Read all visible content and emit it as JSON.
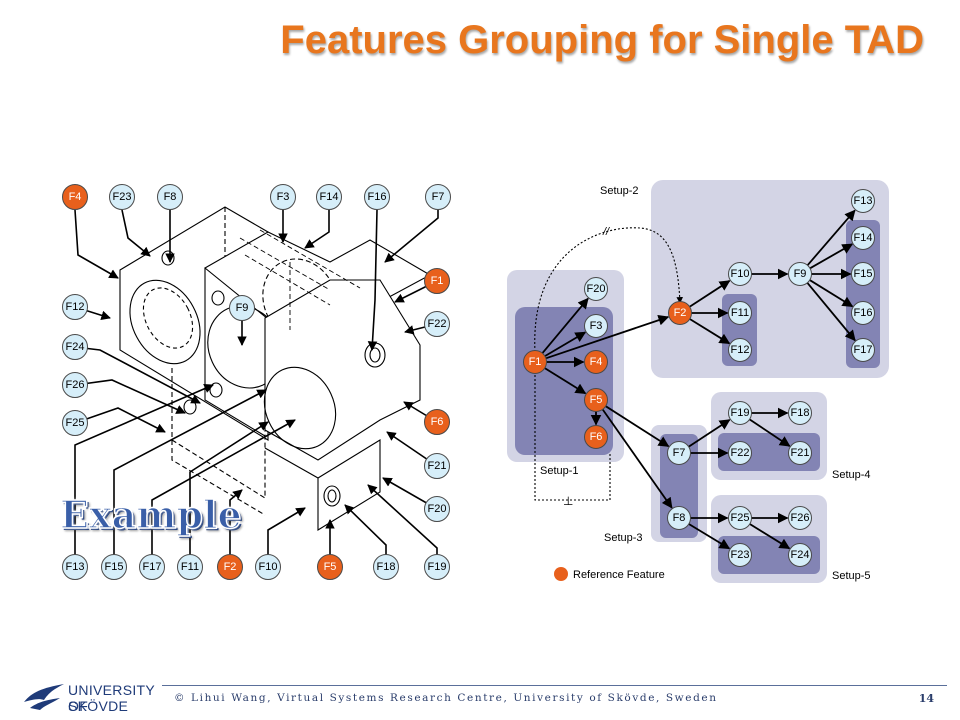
{
  "title": "Features Grouping for Single TAD",
  "example_label": "Example",
  "colors": {
    "reference": "#E8601C",
    "feature": "#D6EEF9",
    "setup_outer": "#D3D4E5",
    "setup_inner": "#8384B4",
    "title": "#E8761E"
  },
  "drawing": {
    "top_labels": [
      {
        "label": "F4",
        "ref": true
      },
      {
        "label": "F23",
        "ref": false
      },
      {
        "label": "F8",
        "ref": false
      },
      {
        "label": "F3",
        "ref": false
      },
      {
        "label": "F14",
        "ref": false
      },
      {
        "label": "F16",
        "ref": false
      },
      {
        "label": "F7",
        "ref": false
      }
    ],
    "left_labels": [
      {
        "label": "F12",
        "ref": false
      },
      {
        "label": "F24",
        "ref": false
      },
      {
        "label": "F26",
        "ref": false
      },
      {
        "label": "F25",
        "ref": false
      }
    ],
    "right_labels": [
      {
        "label": "F1",
        "ref": true
      },
      {
        "label": "F22",
        "ref": false
      },
      {
        "label": "F6",
        "ref": true
      },
      {
        "label": "F21",
        "ref": false
      },
      {
        "label": "F20",
        "ref": false
      }
    ],
    "center_label": {
      "label": "F9",
      "ref": false
    },
    "bottom_labels": [
      {
        "label": "F13",
        "ref": false
      },
      {
        "label": "F15",
        "ref": false
      },
      {
        "label": "F17",
        "ref": false
      },
      {
        "label": "F11",
        "ref": false
      },
      {
        "label": "F2",
        "ref": true
      },
      {
        "label": "F10",
        "ref": false
      },
      {
        "label": "F5",
        "ref": true
      },
      {
        "label": "F18",
        "ref": false
      },
      {
        "label": "F19",
        "ref": false
      }
    ]
  },
  "graph": {
    "setups": [
      "Setup-1",
      "Setup-2",
      "Setup-3",
      "Setup-4",
      "Setup-5"
    ],
    "nodes": [
      {
        "id": "F1",
        "ref": true
      },
      {
        "id": "F20",
        "ref": false
      },
      {
        "id": "F3",
        "ref": false
      },
      {
        "id": "F4",
        "ref": true
      },
      {
        "id": "F5",
        "ref": true
      },
      {
        "id": "F6",
        "ref": true
      },
      {
        "id": "F2",
        "ref": true
      },
      {
        "id": "F10",
        "ref": false
      },
      {
        "id": "F11",
        "ref": false
      },
      {
        "id": "F12",
        "ref": false
      },
      {
        "id": "F9",
        "ref": false
      },
      {
        "id": "F13",
        "ref": false
      },
      {
        "id": "F14",
        "ref": false
      },
      {
        "id": "F15",
        "ref": false
      },
      {
        "id": "F16",
        "ref": false
      },
      {
        "id": "F17",
        "ref": false
      },
      {
        "id": "F7",
        "ref": false
      },
      {
        "id": "F8",
        "ref": false
      },
      {
        "id": "F19",
        "ref": false
      },
      {
        "id": "F18",
        "ref": false
      },
      {
        "id": "F22",
        "ref": false
      },
      {
        "id": "F21",
        "ref": false
      },
      {
        "id": "F25",
        "ref": false
      },
      {
        "id": "F26",
        "ref": false
      },
      {
        "id": "F23",
        "ref": false
      },
      {
        "id": "F24",
        "ref": false
      }
    ],
    "edges": [
      [
        "F1",
        "F20"
      ],
      [
        "F1",
        "F3"
      ],
      [
        "F1",
        "F4"
      ],
      [
        "F1",
        "F5"
      ],
      [
        "F1",
        "F2"
      ],
      [
        "F5",
        "F6"
      ],
      [
        "F2",
        "F10"
      ],
      [
        "F2",
        "F11"
      ],
      [
        "F2",
        "F12"
      ],
      [
        "F10",
        "F9"
      ],
      [
        "F9",
        "F13"
      ],
      [
        "F9",
        "F14"
      ],
      [
        "F9",
        "F15"
      ],
      [
        "F9",
        "F16"
      ],
      [
        "F9",
        "F17"
      ],
      [
        "F5",
        "F7"
      ],
      [
        "F5",
        "F8"
      ],
      [
        "F7",
        "F19"
      ],
      [
        "F7",
        "F22"
      ],
      [
        "F19",
        "F18"
      ],
      [
        "F19",
        "F21"
      ],
      [
        "F8",
        "F25"
      ],
      [
        "F8",
        "F23"
      ],
      [
        "F25",
        "F26"
      ],
      [
        "F25",
        "F24"
      ]
    ],
    "parallel_symbol": "//",
    "perpendicular_symbol": "⊥",
    "legend": "Reference Feature"
  },
  "footer": {
    "university_line1": "UNIVERSITY OF",
    "university_line2": "SKÖVDE",
    "credit": "© Lihui Wang, Virtual Systems Research Centre, University of Skövde, Sweden",
    "page": "14"
  }
}
